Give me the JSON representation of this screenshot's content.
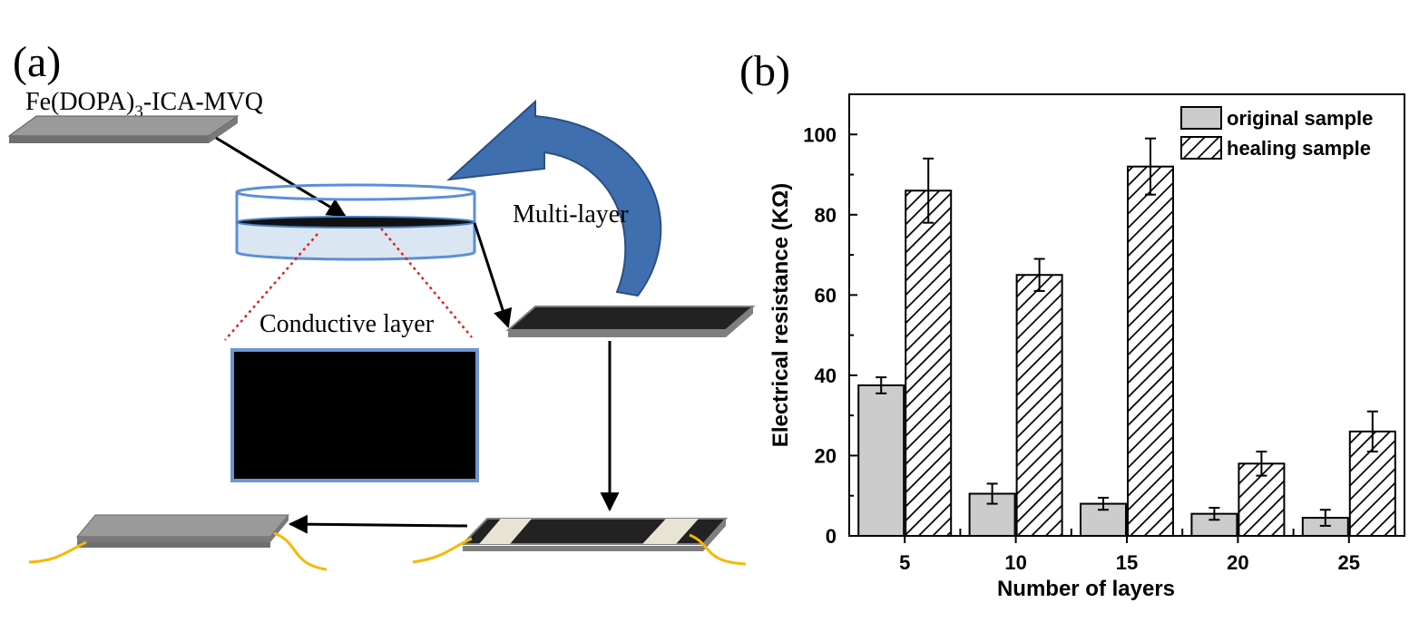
{
  "panel_a": {
    "label": "(a)",
    "material_text": "Fe(DOPA)",
    "material_subscript": "3",
    "material_suffix": "-ICA-MVQ",
    "multi_layer_label": "Multi-layer",
    "conductive_layer_label": "Conductive layer",
    "colors": {
      "arrow_blue": "#3f6fae",
      "dish_outline": "#5b8fd6",
      "dish_fill": "#dbe6f3",
      "strip_gray": "#8c8c8c",
      "wire_yellow": "#f5b800",
      "dotted_red": "#e02020"
    }
  },
  "panel_b": {
    "label": "(b)"
  },
  "chart_data": {
    "type": "bar",
    "categories": [
      "5",
      "10",
      "15",
      "20",
      "25"
    ],
    "series": [
      {
        "name": "original sample",
        "values": [
          37.5,
          10.5,
          8,
          5.5,
          4.5
        ],
        "errors": [
          2,
          2.5,
          1.5,
          1.5,
          2
        ],
        "fill": "#cccccc",
        "pattern": "solid"
      },
      {
        "name": "healing sample",
        "values": [
          86,
          65,
          92,
          18,
          26
        ],
        "errors": [
          8,
          4,
          7,
          3,
          5
        ],
        "fill": "#ffffff",
        "pattern": "hatched"
      }
    ],
    "xlabel": "Number of layers",
    "ylabel": "Electrical resistance (KΩ)",
    "ylim": [
      0,
      110
    ],
    "yticks": [
      "0",
      "20",
      "40",
      "60",
      "80",
      "100"
    ],
    "yticks_values": [
      0,
      20,
      40,
      60,
      80,
      100
    ],
    "legend_position": "top-right",
    "grid": false
  }
}
